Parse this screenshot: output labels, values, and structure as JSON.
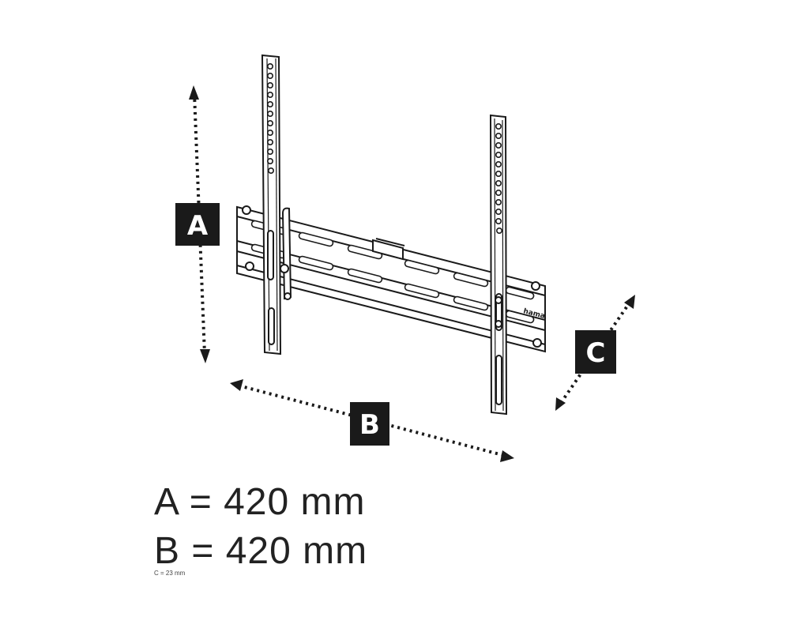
{
  "labels": {
    "a": "A",
    "b": "B",
    "c": "C"
  },
  "brand": "hama",
  "dimensions": {
    "a": "A = 420 mm",
    "b": "B = 420 mm",
    "c": "C = 23 mm"
  },
  "colors": {
    "line": "#1a1a1a",
    "label_box": "#1a1a1a",
    "label_text": "#ffffff",
    "fill": "#ffffff"
  }
}
